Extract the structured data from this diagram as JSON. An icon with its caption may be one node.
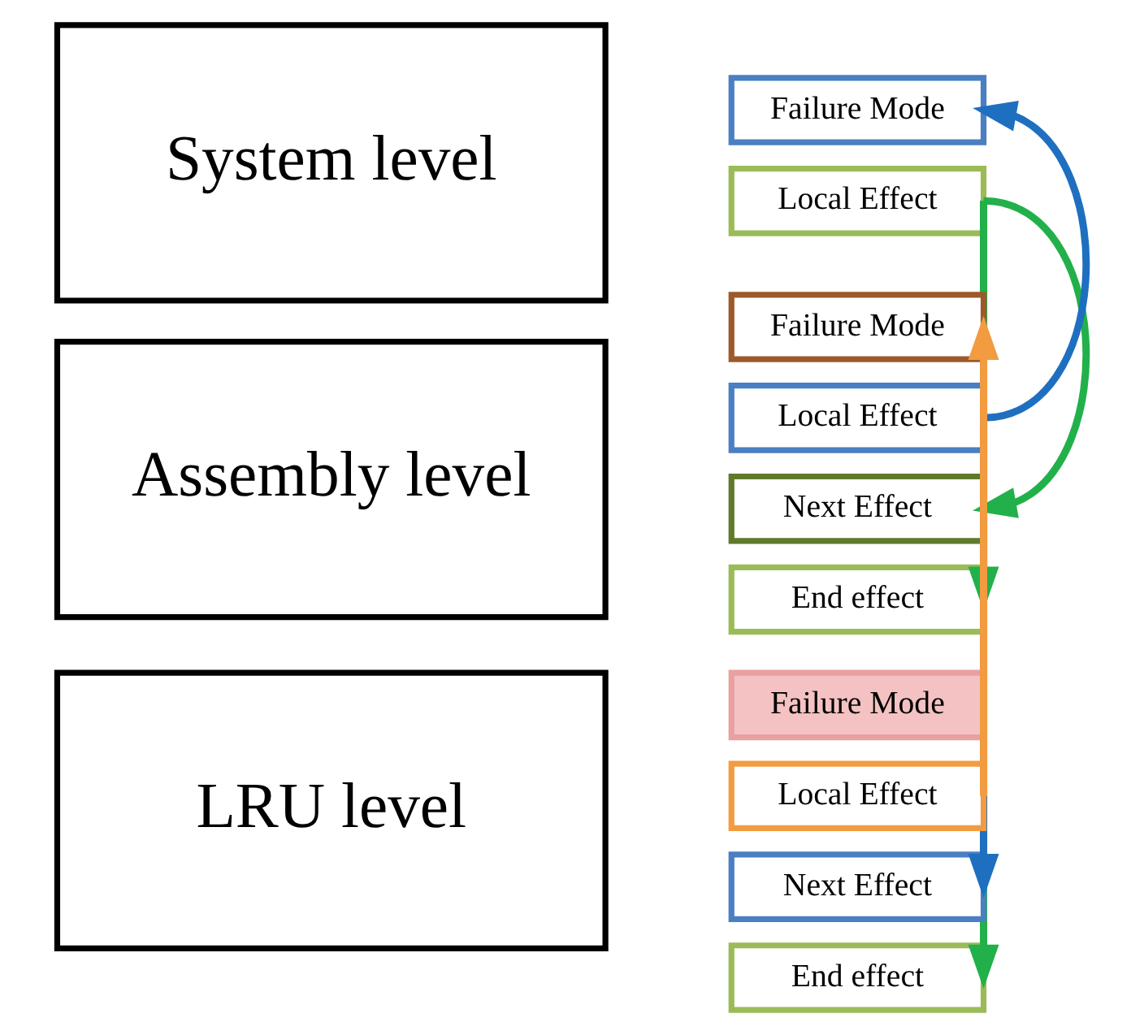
{
  "diagram": {
    "nodes": [
      {
        "text": [
          "System level"
        ]
      },
      {
        "text": [
          "Failure Mode"
        ]
      },
      {
        "text": [
          "Local Effect"
        ]
      },
      {
        "text": [
          "Assembly level"
        ]
      },
      {
        "text": [
          "Failure Mode"
        ]
      },
      {
        "text": [
          "Local Effect"
        ]
      },
      {
        "text": [
          "Next Effect"
        ]
      },
      {
        "text": [
          "End effect"
        ]
      },
      {
        "text": [
          "LRU level"
        ]
      },
      {
        "text": [
          "Failure Mode"
        ]
      },
      {
        "text": [
          "Local Effect"
        ]
      },
      {
        "text": [
          "Next Effect"
        ]
      },
      {
        "text": [
          "End effect"
        ]
      }
    ],
    "edges": [
      {
        "from": 5,
        "to": 1,
        "arrow": "to",
        "color": "#1f6fc0"
      },
      {
        "from": 2,
        "to": 6,
        "arrow": "to"
      },
      {
        "from": 2,
        "to": 7,
        "arrow": "to"
      },
      {
        "from": 2,
        "to": 12,
        "arrow": "to"
      },
      {
        "from": 10,
        "to": 4,
        "arrow": "to",
        "color": "#f29b40"
      },
      {
        "from": 5,
        "to": 11,
        "arrow": "to",
        "color": "#1f6fc0"
      }
    ]
  }
}
